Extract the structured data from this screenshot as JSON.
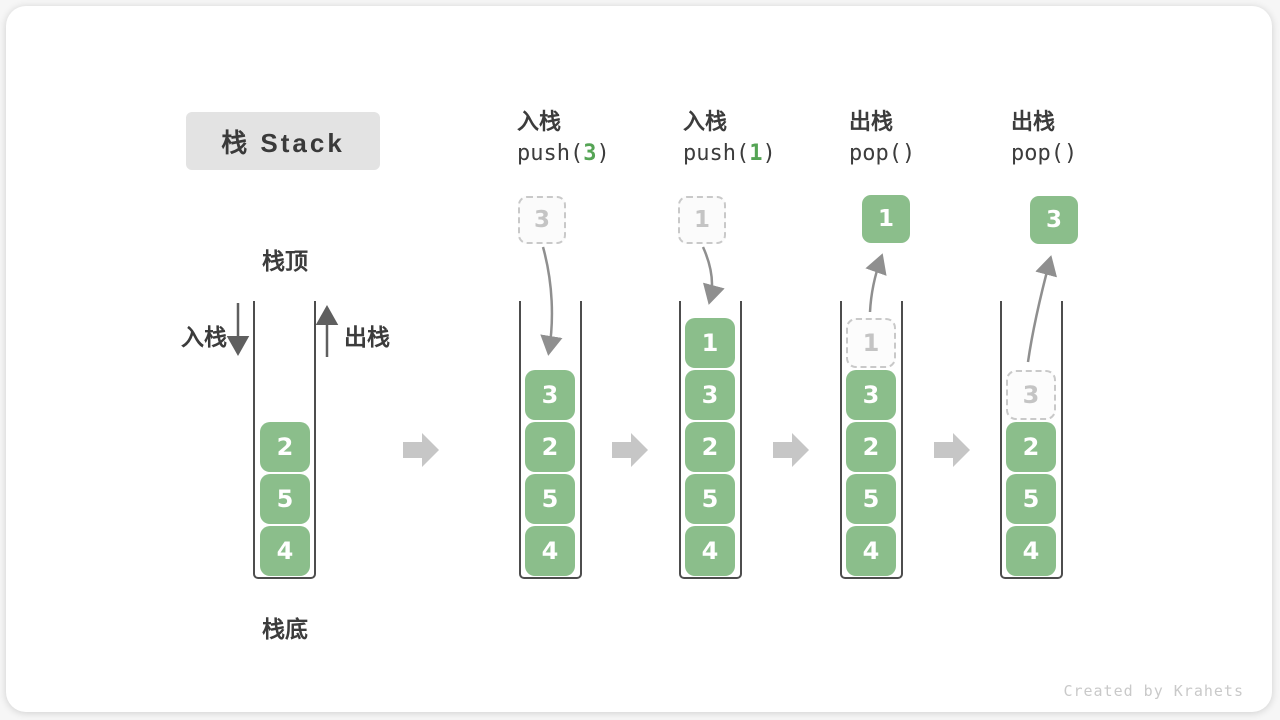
{
  "title": "栈 Stack",
  "side_labels": {
    "stack_top": "栈顶",
    "stack_bottom": "栈底",
    "push": "入栈",
    "pop": "出栈"
  },
  "watermark": "Created by Krahets",
  "colors": {
    "cell_green": "#8bbe8b",
    "code_arg_green": "#55a455",
    "flow_arrow_gray": "#8f8f8f",
    "vertical_arrow_gray": "#5f5f5f",
    "block_arrow_gray": "#c6c6c6",
    "text_dark": "#3c3c3c",
    "ghost_gray": "#c9c9c9"
  },
  "states": [
    {
      "name": "initial",
      "cells": [
        "2",
        "5",
        "4"
      ]
    },
    {
      "name": "after-push-3",
      "header": {
        "op": "入栈",
        "code_pre": "push(",
        "code_arg": "3",
        "code_post": ")"
      },
      "moving_value": "3",
      "cells": [
        "3",
        "2",
        "5",
        "4"
      ]
    },
    {
      "name": "after-push-1",
      "header": {
        "op": "入栈",
        "code_pre": "push(",
        "code_arg": "1",
        "code_post": ")"
      },
      "moving_value": "1",
      "cells": [
        "1",
        "3",
        "2",
        "5",
        "4"
      ]
    },
    {
      "name": "after-pop-1",
      "header": {
        "op": "出栈",
        "code_pre": "pop(",
        "code_arg": "",
        "code_post": ")"
      },
      "moving_value": "1",
      "ghost_value": "1",
      "cells": [
        "3",
        "2",
        "5",
        "4"
      ]
    },
    {
      "name": "after-pop-3",
      "header": {
        "op": "出栈",
        "code_pre": "pop(",
        "code_arg": "",
        "code_post": ")"
      },
      "moving_value": "3",
      "ghost_value": "3",
      "cells": [
        "2",
        "5",
        "4"
      ]
    }
  ]
}
